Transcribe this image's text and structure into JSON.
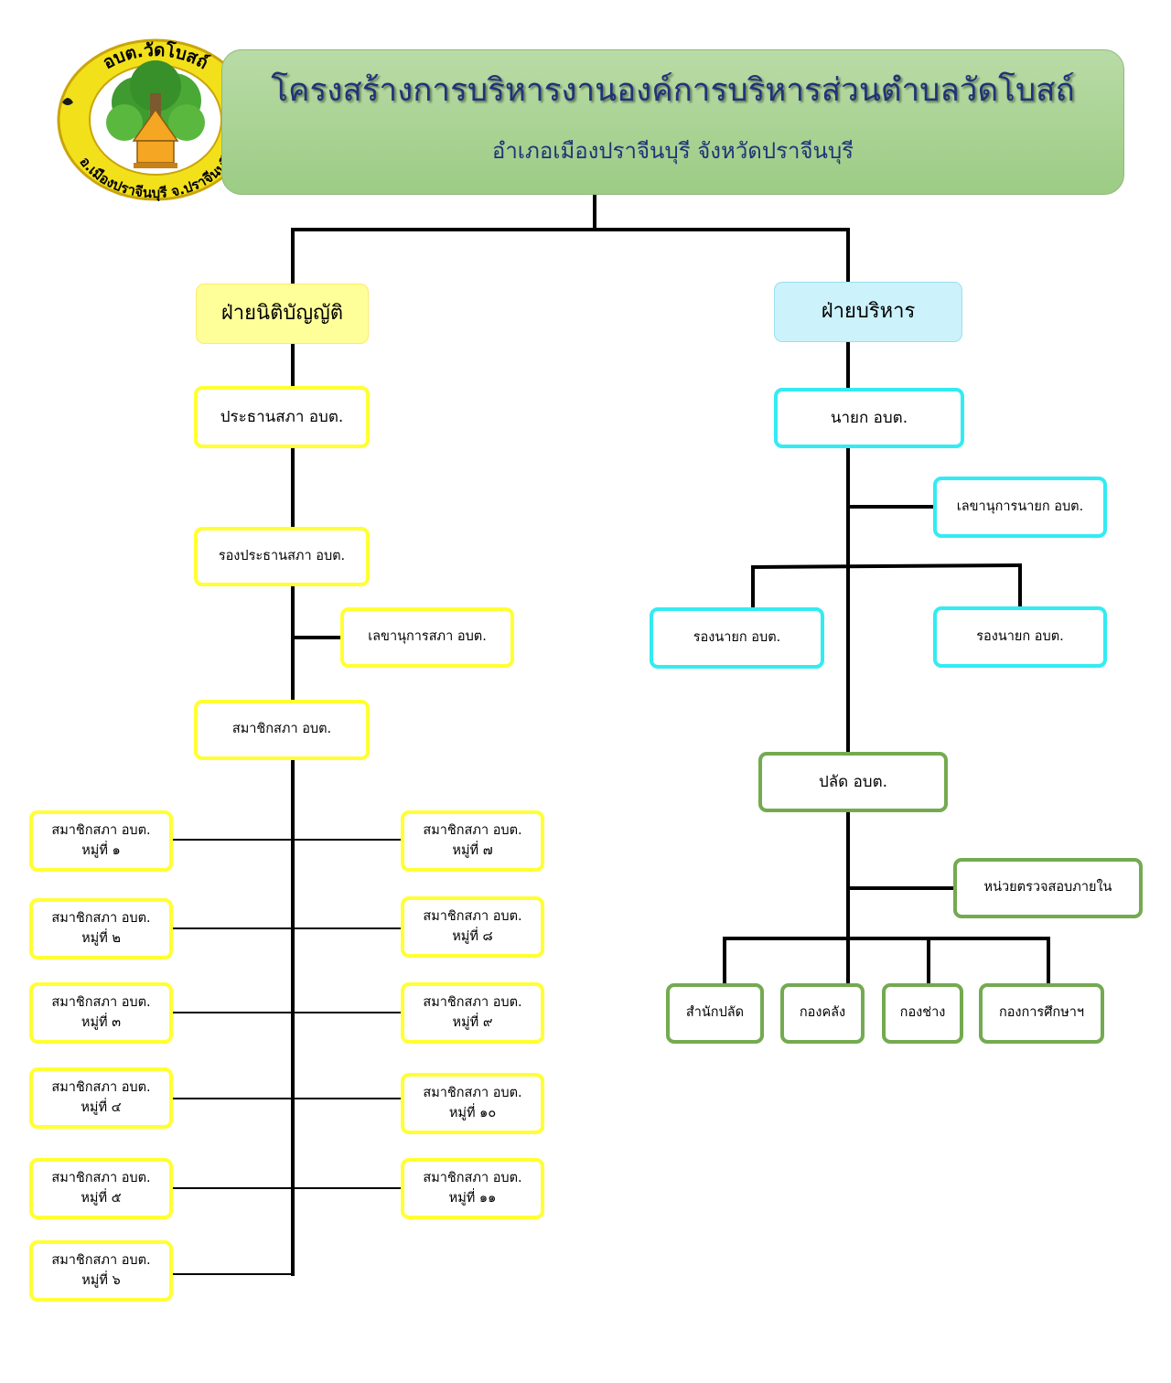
{
  "header": {
    "title": "โครงสร้างการบริหารงานองค์การบริหารส่วนตำบลวัดโบสถ์",
    "subtitle": "อำเภอเมืองปราจีนบุรี จังหวัดปราจีนบุรี"
  },
  "seal": {
    "text_top": "อบต.วัดโบสถ์",
    "text_bottom": "อ.เมืองปราจีนบุรี จ.ปราจีนบุรี"
  },
  "legislative": {
    "title": "ฝ่ายนิติบัญญัติ",
    "chairman": "ประธานสภา อบต.",
    "vice_chairman": "รองประธานสภา อบต.",
    "secretary": "เลขานุการสภา อบต.",
    "members_title": "สมาชิกสภา อบต.",
    "members": [
      {
        "label": "สมาชิกสภา อบต.",
        "village": "หมู่ที่ ๑"
      },
      {
        "label": "สมาชิกสภา อบต.",
        "village": "หมู่ที่ ๒"
      },
      {
        "label": "สมาชิกสภา อบต.",
        "village": "หมู่ที่ ๓"
      },
      {
        "label": "สมาชิกสภา อบต.",
        "village": "หมู่ที่ ๔"
      },
      {
        "label": "สมาชิกสภา อบต.",
        "village": "หมู่ที่ ๕"
      },
      {
        "label": "สมาชิกสภา อบต.",
        "village": "หมู่ที่ ๖"
      },
      {
        "label": "สมาชิกสภา อบต.",
        "village": "หมู่ที่ ๗"
      },
      {
        "label": "สมาชิกสภา อบต.",
        "village": "หมู่ที่ ๘"
      },
      {
        "label": "สมาชิกสภา อบต.",
        "village": "หมู่ที่ ๙"
      },
      {
        "label": "สมาชิกสภา อบต.",
        "village": "หมู่ที่ ๑๐"
      },
      {
        "label": "สมาชิกสภา อบต.",
        "village": "หมู่ที่ ๑๑"
      }
    ]
  },
  "executive": {
    "title": "ฝ่ายบริหาร",
    "mayor": "นายก อบต.",
    "secretary": "เลขานุการนายก อบต.",
    "deputy_left": "รองนายก อบต.",
    "deputy_right": "รองนายก อบต.",
    "clerk": "ปลัด อบต.",
    "audit": "หน่วยตรวจสอบภายใน",
    "divisions": [
      "สำนักปลัด",
      "กองคลัง",
      "กองช่าง",
      "กองการศึกษาฯ"
    ]
  },
  "colors": {
    "legislative_border": "#ffff33",
    "executive_border": "#33ebf3",
    "clerk_border": "#74aa50",
    "header_fill": "#a8d290",
    "header_text": "#1f3478",
    "legislative_title_fill": "#ffff99",
    "executive_title_fill": "#ccf2fb"
  }
}
